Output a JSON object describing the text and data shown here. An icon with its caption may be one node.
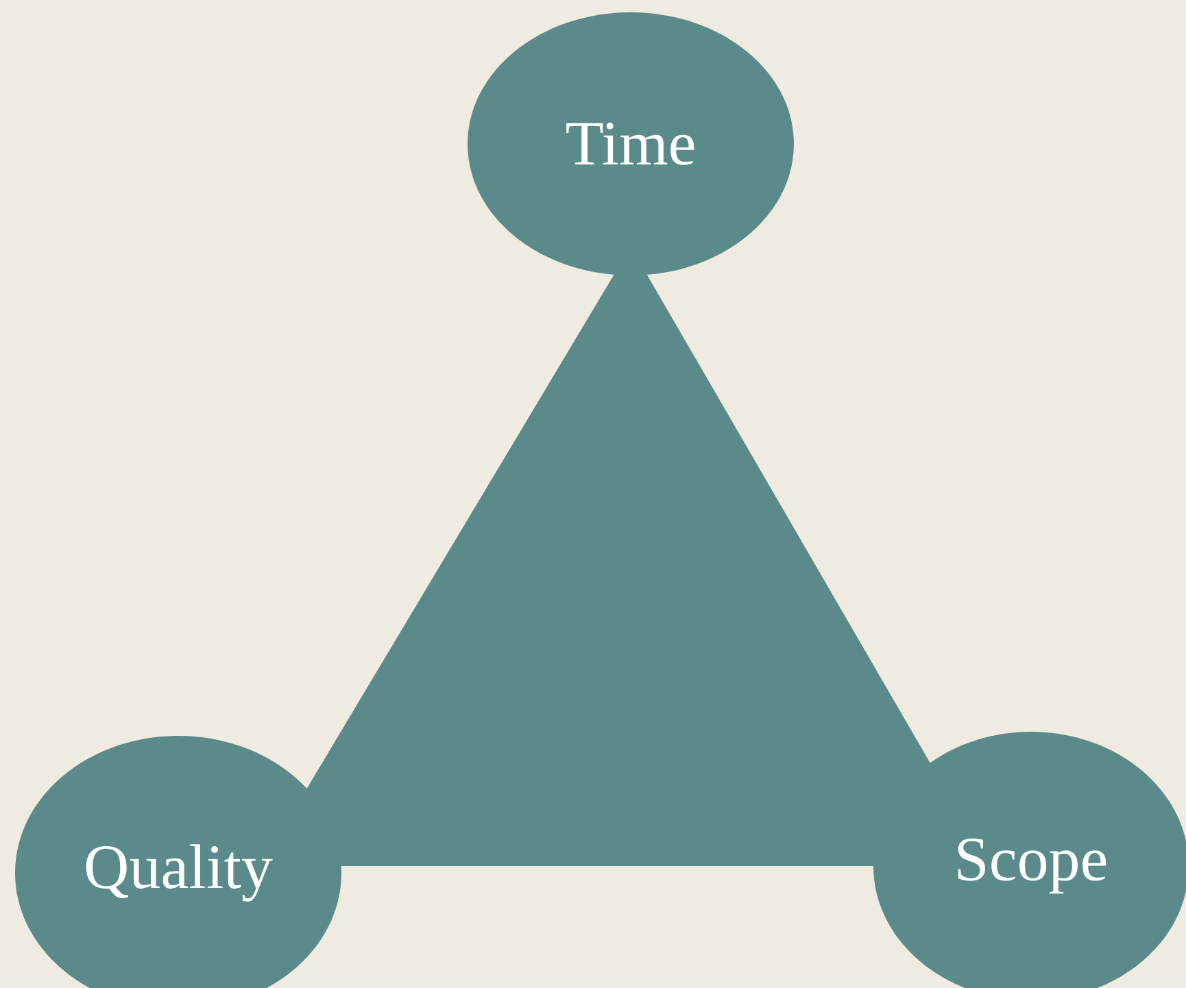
{
  "diagram": {
    "nodes": [
      {
        "text": [
          "Time"
        ]
      },
      {
        "text": [
          "Quality"
        ]
      },
      {
        "text": [
          "Scope"
        ]
      }
    ]
  }
}
